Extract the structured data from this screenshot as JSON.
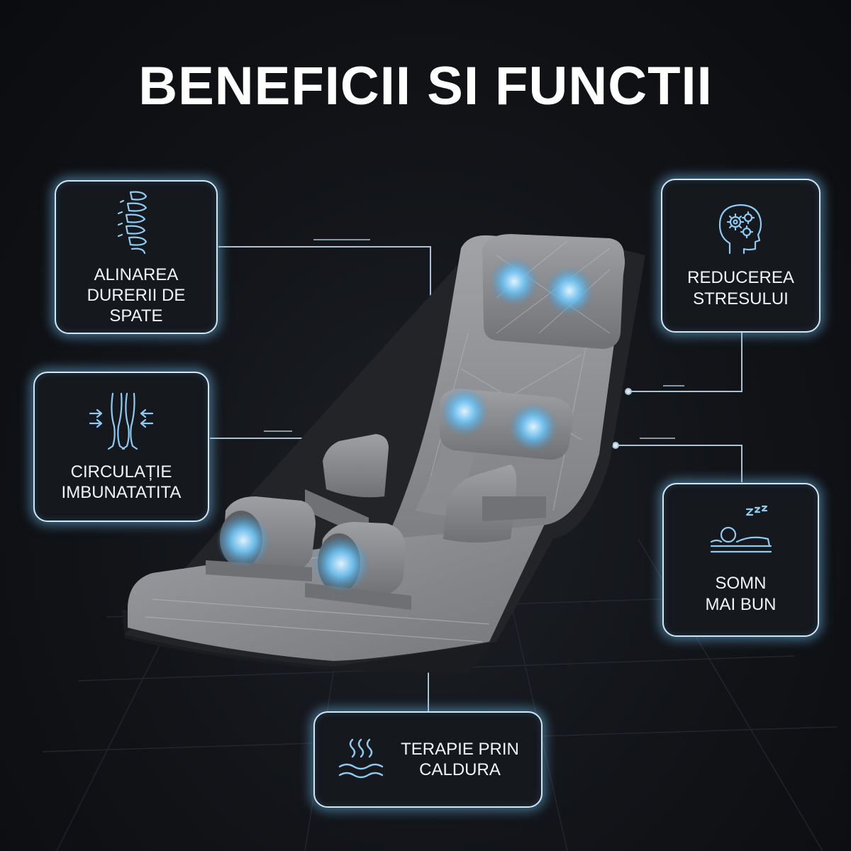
{
  "page": {
    "title": "BENEFICII SI FUNCTII"
  },
  "benefits": [
    {
      "id": "back-pain",
      "label": "ALINAREA\nDURERII DE\nSPATE",
      "icon": "spine-icon"
    },
    {
      "id": "circulation",
      "label": "CIRCULAȚIE\nIMBUNATATITA",
      "icon": "legs-circulation-icon"
    },
    {
      "id": "stress",
      "label": "REDUCEREA\nSTRESULUI",
      "icon": "head-gears-icon"
    },
    {
      "id": "sleep",
      "label": "SOMN\nMAI BUN",
      "icon": "sleeping-person-icon"
    },
    {
      "id": "heat",
      "label": "TERAPIE PRIN\nCALDURA",
      "icon": "heat-waves-icon"
    }
  ],
  "colors": {
    "background": "#111317",
    "card_border": "#cfe6f6",
    "glow": "#6ebef0",
    "mat": "#8a8b8e",
    "text": "#ffffff"
  }
}
